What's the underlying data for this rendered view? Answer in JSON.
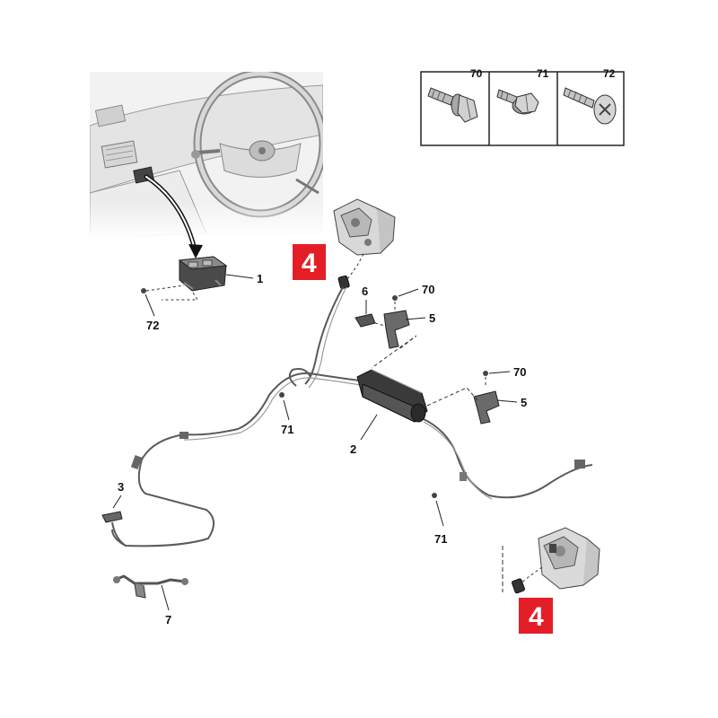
{
  "callouts": {
    "part_1": "1",
    "part_2": "2",
    "part_3": "3",
    "part_5a": "5",
    "part_5b": "5",
    "part_6": "6",
    "part_7": "7",
    "part_70a": "70",
    "part_70b": "70",
    "part_71a": "71",
    "part_71b": "71",
    "part_72": "72"
  },
  "badges": {
    "top": "4",
    "bottom": "4"
  },
  "fastener_inset": {
    "col_1": "70",
    "col_2": "71",
    "col_3": "72"
  },
  "colors": {
    "badge": "#e41e26",
    "line": "#222222",
    "part_dark": "#3a3a3a",
    "part_light": "#c8c8c8"
  }
}
